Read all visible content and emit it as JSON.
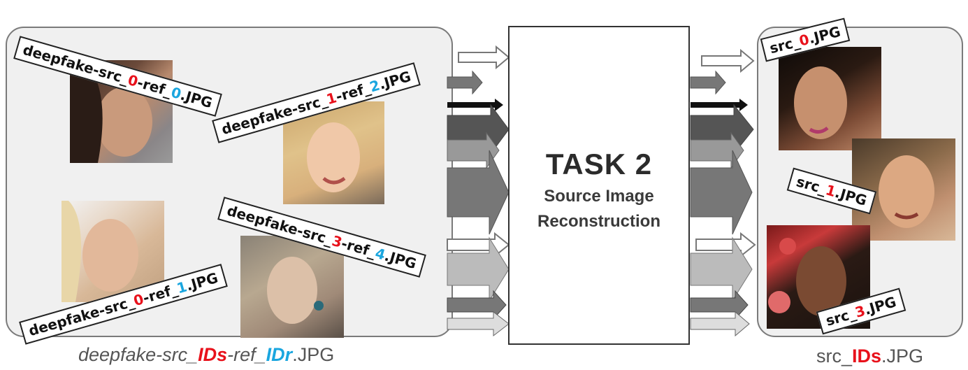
{
  "task": {
    "title": "TASK 2",
    "subtitle_line1": "Source Image",
    "subtitle_line2": "Reconstruction"
  },
  "left_labels": [
    {
      "prefix": "deepfake-src_",
      "src": "0",
      "mid": "-ref_",
      "ref": "0",
      "suffix": ".JPG"
    },
    {
      "prefix": "deepfake-src_",
      "src": "1",
      "mid": "-ref_",
      "ref": "2",
      "suffix": ".JPG"
    },
    {
      "prefix": "deepfake-src_",
      "src": "3",
      "mid": "-ref_",
      "ref": "4",
      "suffix": ".JPG"
    },
    {
      "prefix": "deepfake-src_",
      "src": "0",
      "mid": "-ref_",
      "ref": "1",
      "suffix": ".JPG"
    }
  ],
  "right_labels": [
    {
      "prefix": "src_",
      "src": "0",
      "suffix": ".JPG"
    },
    {
      "prefix": "src_",
      "src": "1",
      "suffix": ".JPG"
    },
    {
      "prefix": "src_",
      "src": "3",
      "suffix": ".JPG"
    }
  ],
  "left_caption": {
    "a": "deepfake-src_",
    "ids": "IDs",
    "b": "-ref_",
    "idr": "IDr",
    "c": ".JPG"
  },
  "right_caption": {
    "a": "src_",
    "ids": "IDs",
    "c": ".JPG"
  },
  "colors": {
    "red": "#e8111b",
    "blue": "#1aa6df",
    "panel": "#f0f0f0"
  }
}
